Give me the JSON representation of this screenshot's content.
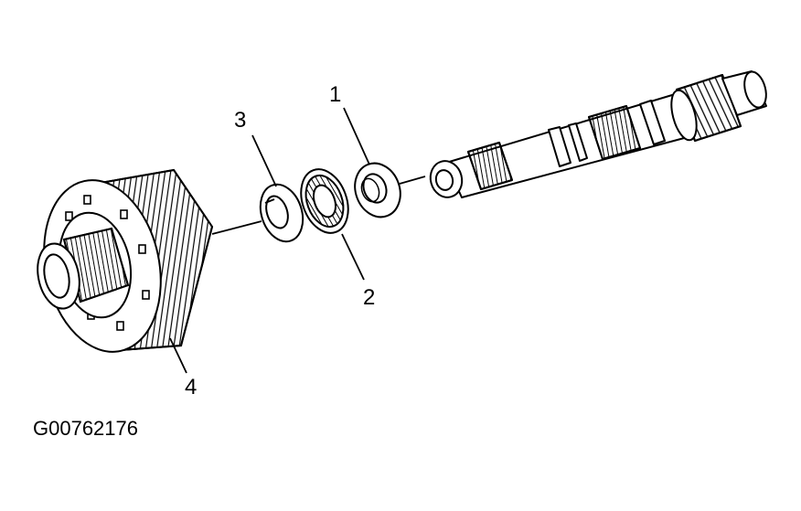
{
  "figure_id": "G00762176",
  "callouts": [
    {
      "id": "1",
      "label": "1"
    },
    {
      "id": "2",
      "label": "2"
    },
    {
      "id": "3",
      "label": "3"
    },
    {
      "id": "4",
      "label": "4"
    }
  ],
  "line_color": "#000000",
  "background": "#ffffff"
}
